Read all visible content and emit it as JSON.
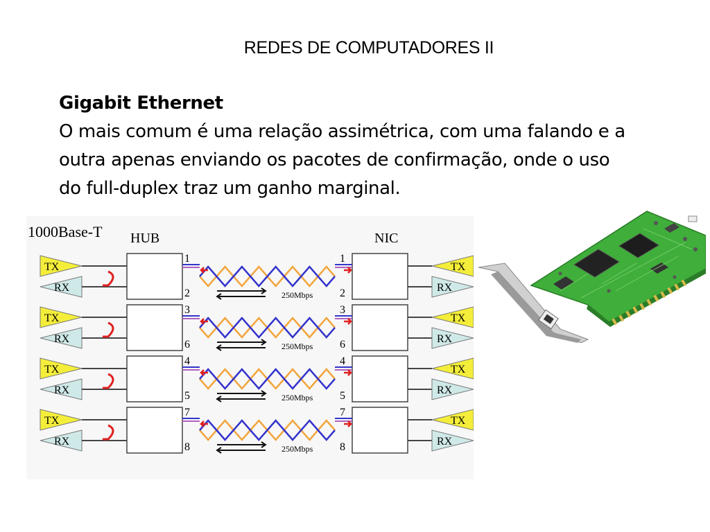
{
  "slide": {
    "title": "REDES DE COMPUTADORES II",
    "heading": "Gigabit Ethernet",
    "paragraph_lines": [
      "O mais comum é uma relação assimétrica, com uma falando e a",
      "outra apenas enviando os pacotes de confirmação, onde o uso",
      "do full-duplex traz um ganho marginal."
    ]
  },
  "diagram": {
    "title": "1000Base-T",
    "left_label": "HUB",
    "right_label": "NIC",
    "tx_label": "TX",
    "rx_label": "RX",
    "pairs": [
      {
        "top_pin": "1",
        "bottom_pin": "2",
        "rate": "250Mbps"
      },
      {
        "top_pin": "3",
        "bottom_pin": "6",
        "rate": "250Mbps"
      },
      {
        "top_pin": "4",
        "bottom_pin": "5",
        "rate": "250Mbps"
      },
      {
        "top_pin": "7",
        "bottom_pin": "8",
        "rate": "250Mbps"
      }
    ],
    "colors": {
      "tx_fill": "#f4ee3a",
      "rx_fill": "#cfe9e8",
      "blue_wire": "#3333cc",
      "orange_wire": "#f2a53c",
      "red_arrow": "#e02020",
      "purple_wire": "#b060c0"
    }
  },
  "photo": {
    "icon": "network-interface-card-image",
    "board_color": "#3fae3a",
    "bracket_color": "#c8c8c8"
  }
}
